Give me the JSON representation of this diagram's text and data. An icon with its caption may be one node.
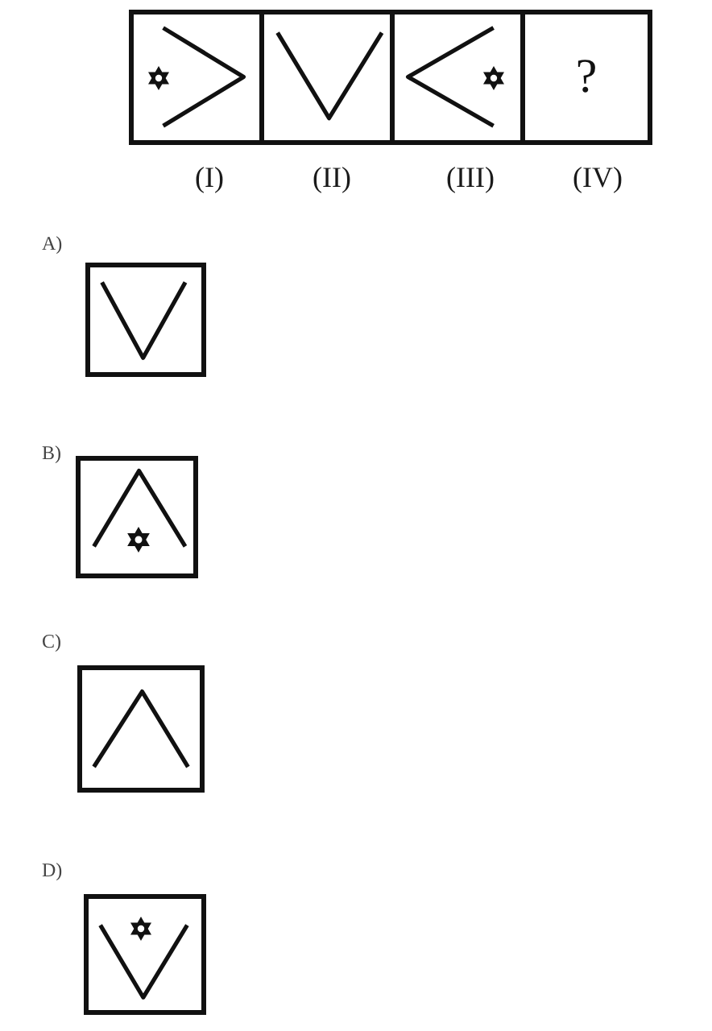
{
  "diagram": {
    "nodes": [
      {
        "text": [],
        "shape": "picture",
        "beside": [
          "(I)"
        ]
      },
      {
        "text": [],
        "shape": "picture",
        "beside": [
          "(II)"
        ]
      },
      {
        "text": [],
        "shape": "picture",
        "beside": [
          "(III)"
        ]
      },
      {
        "text": [
          "?"
        ],
        "beside": [
          "(IV)"
        ]
      },
      {
        "text": [],
        "shape": "picture",
        "beside": [
          "A)"
        ]
      },
      {
        "text": [],
        "shape": "picture",
        "beside": [
          "B)"
        ]
      },
      {
        "text": [],
        "shape": "picture",
        "beside": [
          "C)"
        ]
      },
      {
        "text": [],
        "shape": "picture",
        "beside": [
          "D)"
        ]
      }
    ]
  }
}
